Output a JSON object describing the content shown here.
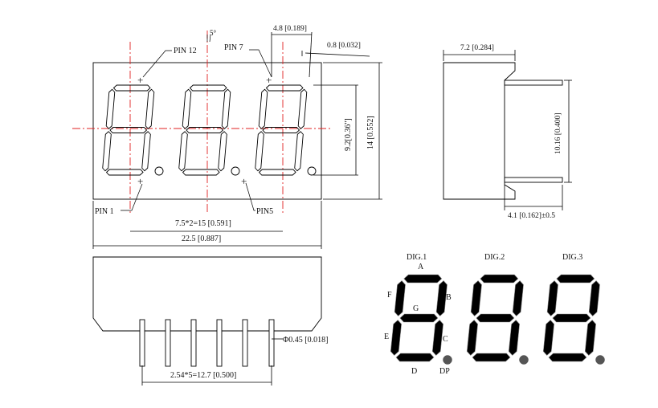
{
  "front": {
    "pin12": "PIN 12",
    "pin7": "PIN 7",
    "pin1": "PIN 1",
    "pin5": "PIN5",
    "angle": "5°",
    "seg_pitch": "4.8 [0.189]",
    "seg_width": "0.8 [0.032]",
    "digit_height": "9.2[0.36\"]",
    "body_height": "14 [0.552]",
    "digit_pitch": "7.5*2=15 [0.591]",
    "body_width": "22.5 [0.887]"
  },
  "side": {
    "width": "7.2 [0.284]",
    "pin_span": "10.16 [0.400]",
    "pin_length": "4.1 [0.162]±0.5"
  },
  "bottom": {
    "pin_diameter": "Φ0.45 [0.018]",
    "pin_pitch": "2.54*5=12.7 [0.500]"
  },
  "legend": {
    "digits": [
      "DIG.1",
      "DIG.2",
      "DIG.3"
    ],
    "seg_a": "A",
    "seg_b": "B",
    "seg_c": "C",
    "seg_d": "D",
    "seg_e": "E",
    "seg_f": "F",
    "seg_g": "G",
    "seg_dp": "DP"
  }
}
